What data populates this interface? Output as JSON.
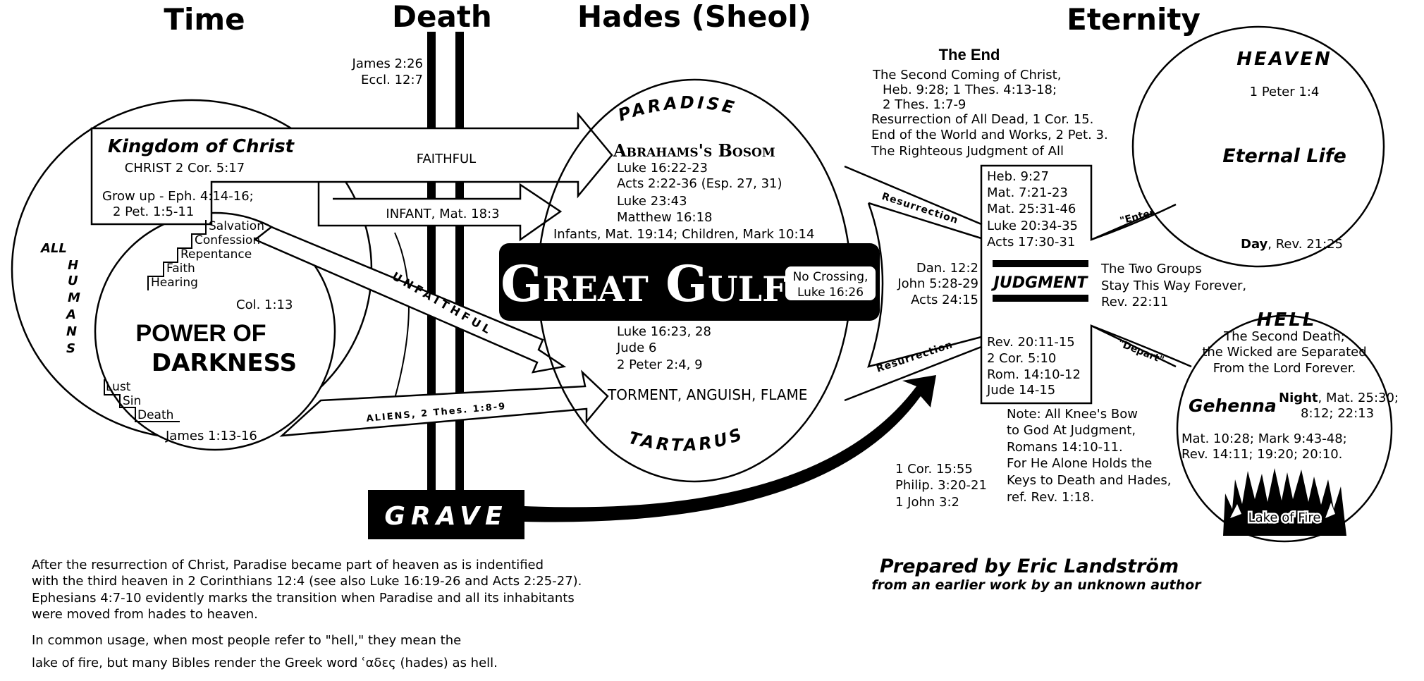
{
  "headings": {
    "time": "Time",
    "death": "Death",
    "hades": "Hades (Sheol)",
    "eternity": "Eternity"
  },
  "death_refs": [
    "James 2:26",
    "Eccl. 12:7"
  ],
  "left": {
    "kingdom_title": "Kingdom of Christ",
    "kingdom_ref": "CHRIST 2 Cor. 5:17",
    "grow_up_1": "Grow up - Eph. 4:14-16;",
    "grow_up_2": "2 Pet. 1:5-11",
    "all_humans": [
      "ALL",
      "H",
      "U",
      "M",
      "A",
      "N",
      "S"
    ],
    "steps_up": [
      "Salvation",
      "Confession",
      "Repentance",
      "Faith",
      "Hearing"
    ],
    "col_ref": "Col. 1:13",
    "power_1": "POWER OF",
    "power_2": "DARKNESS",
    "steps_down": [
      "Lust",
      "Sin",
      "Death"
    ],
    "james_ref": "James 1:13-16"
  },
  "arrows": {
    "faithful": "FAITHFUL",
    "infant": "INFANT, Mat. 18:3",
    "unfaithful": "UNFAITHFUL",
    "aliens": "ALIENS, 2 Thes. 1:8-9"
  },
  "grave": "GRAVE",
  "hades": {
    "paradise": "PARADISE",
    "bosom": "Abrahams's Bosom",
    "bosom_refs": [
      "Luke 16:22-23",
      "Acts 2:22-36 (Esp. 27, 31)",
      "Luke 23:43",
      "Matthew 16:18"
    ],
    "infants_line": "Infants, Mat. 19:14; Children, Mark 10:14",
    "gulf": "Great Gulf",
    "no_crossing_1": "No Crossing,",
    "no_crossing_2": "Luke 16:26",
    "torment_refs": [
      "Luke 16:23, 28",
      "Jude 6",
      "2 Peter 2:4, 9"
    ],
    "torment": "TORMENT, ANGUISH, FLAME",
    "tartarus": "TARTARUS"
  },
  "resurrection": {
    "label_top": "Resurrection",
    "label_bottom": "Resurrection",
    "refs": [
      "Dan. 12:2",
      "John 5:28-29",
      "Acts 24:15"
    ],
    "arrow_refs": [
      "1 Cor. 15:55",
      "Philip. 3:20-21",
      "1 John 3:2"
    ]
  },
  "the_end": {
    "title": "The End",
    "lines": [
      "The Second Coming of Christ,",
      "Heb. 9:28; 1 Thes. 4:13-18;",
      "2 Thes. 1:7-9",
      "Resurrection of All Dead, 1 Cor. 15.",
      "End of the World and Works, 2 Pet. 3.",
      "The Righteous Judgment of All"
    ]
  },
  "judgment": {
    "refs_top": [
      "Heb. 9:27",
      "Mat. 7:21-23",
      "Mat. 25:31-46",
      "Luke 20:34-35",
      "Acts 17:30-31"
    ],
    "label": "JUDGMENT",
    "refs_bottom": [
      "Rev. 20:11-15",
      "2 Cor. 5:10",
      "Rom. 14:10-12",
      "Jude 14-15"
    ],
    "two_groups": [
      "The Two Groups",
      "Stay This Way Forever,",
      "Rev. 22:11"
    ],
    "enter": "\"Enter\"",
    "depart": "\"Depart\""
  },
  "heaven": {
    "title": "HEAVEN",
    "ref": "1 Peter 1:4",
    "eternal": "Eternal Life",
    "day_bold": "Day",
    "day_ref": ", Rev. 21:25"
  },
  "hell": {
    "title": "HELL",
    "second_death": [
      "The Second Death;",
      "the Wicked are Separated",
      "From the Lord Forever."
    ],
    "gehenna": "Gehenna",
    "night_bold": "Night",
    "night_ref_1": ", Mat. 25:30;",
    "night_ref_2": "8:12; 22:13",
    "refs": [
      "Mat. 10:28; Mark 9:43-48;",
      "Rev. 14:11; 19:20; 20:10."
    ],
    "lake": "Lake of Fire"
  },
  "note": [
    "Note: All Knee's Bow",
    "to God At Judgment,",
    "Romans 14:10-11.",
    "For He Alone Holds the",
    "Keys to Death and Hades,",
    "ref. Rev. 1:18."
  ],
  "credits": {
    "prepared": "Prepared by Eric Landström",
    "earlier": "from an earlier work by an unknown author"
  },
  "footer": [
    "After the resurrection of Christ, Paradise became part of heaven as is indentified",
    "with the third heaven in 2 Corinthians 12:4 (see also Luke 16:19-26 and Acts 2:25-27).",
    "Ephesians 4:7-10 evidently marks the transition when Paradise and all its inhabitants",
    "were moved from hades to heaven.",
    "In common usage, when most people refer to \"hell,\" they mean the",
    "lake of fire, but many Bibles render the Greek word ʿαδες (hades) as hell."
  ],
  "colors": {
    "ink": "#000000",
    "paper": "#ffffff"
  }
}
